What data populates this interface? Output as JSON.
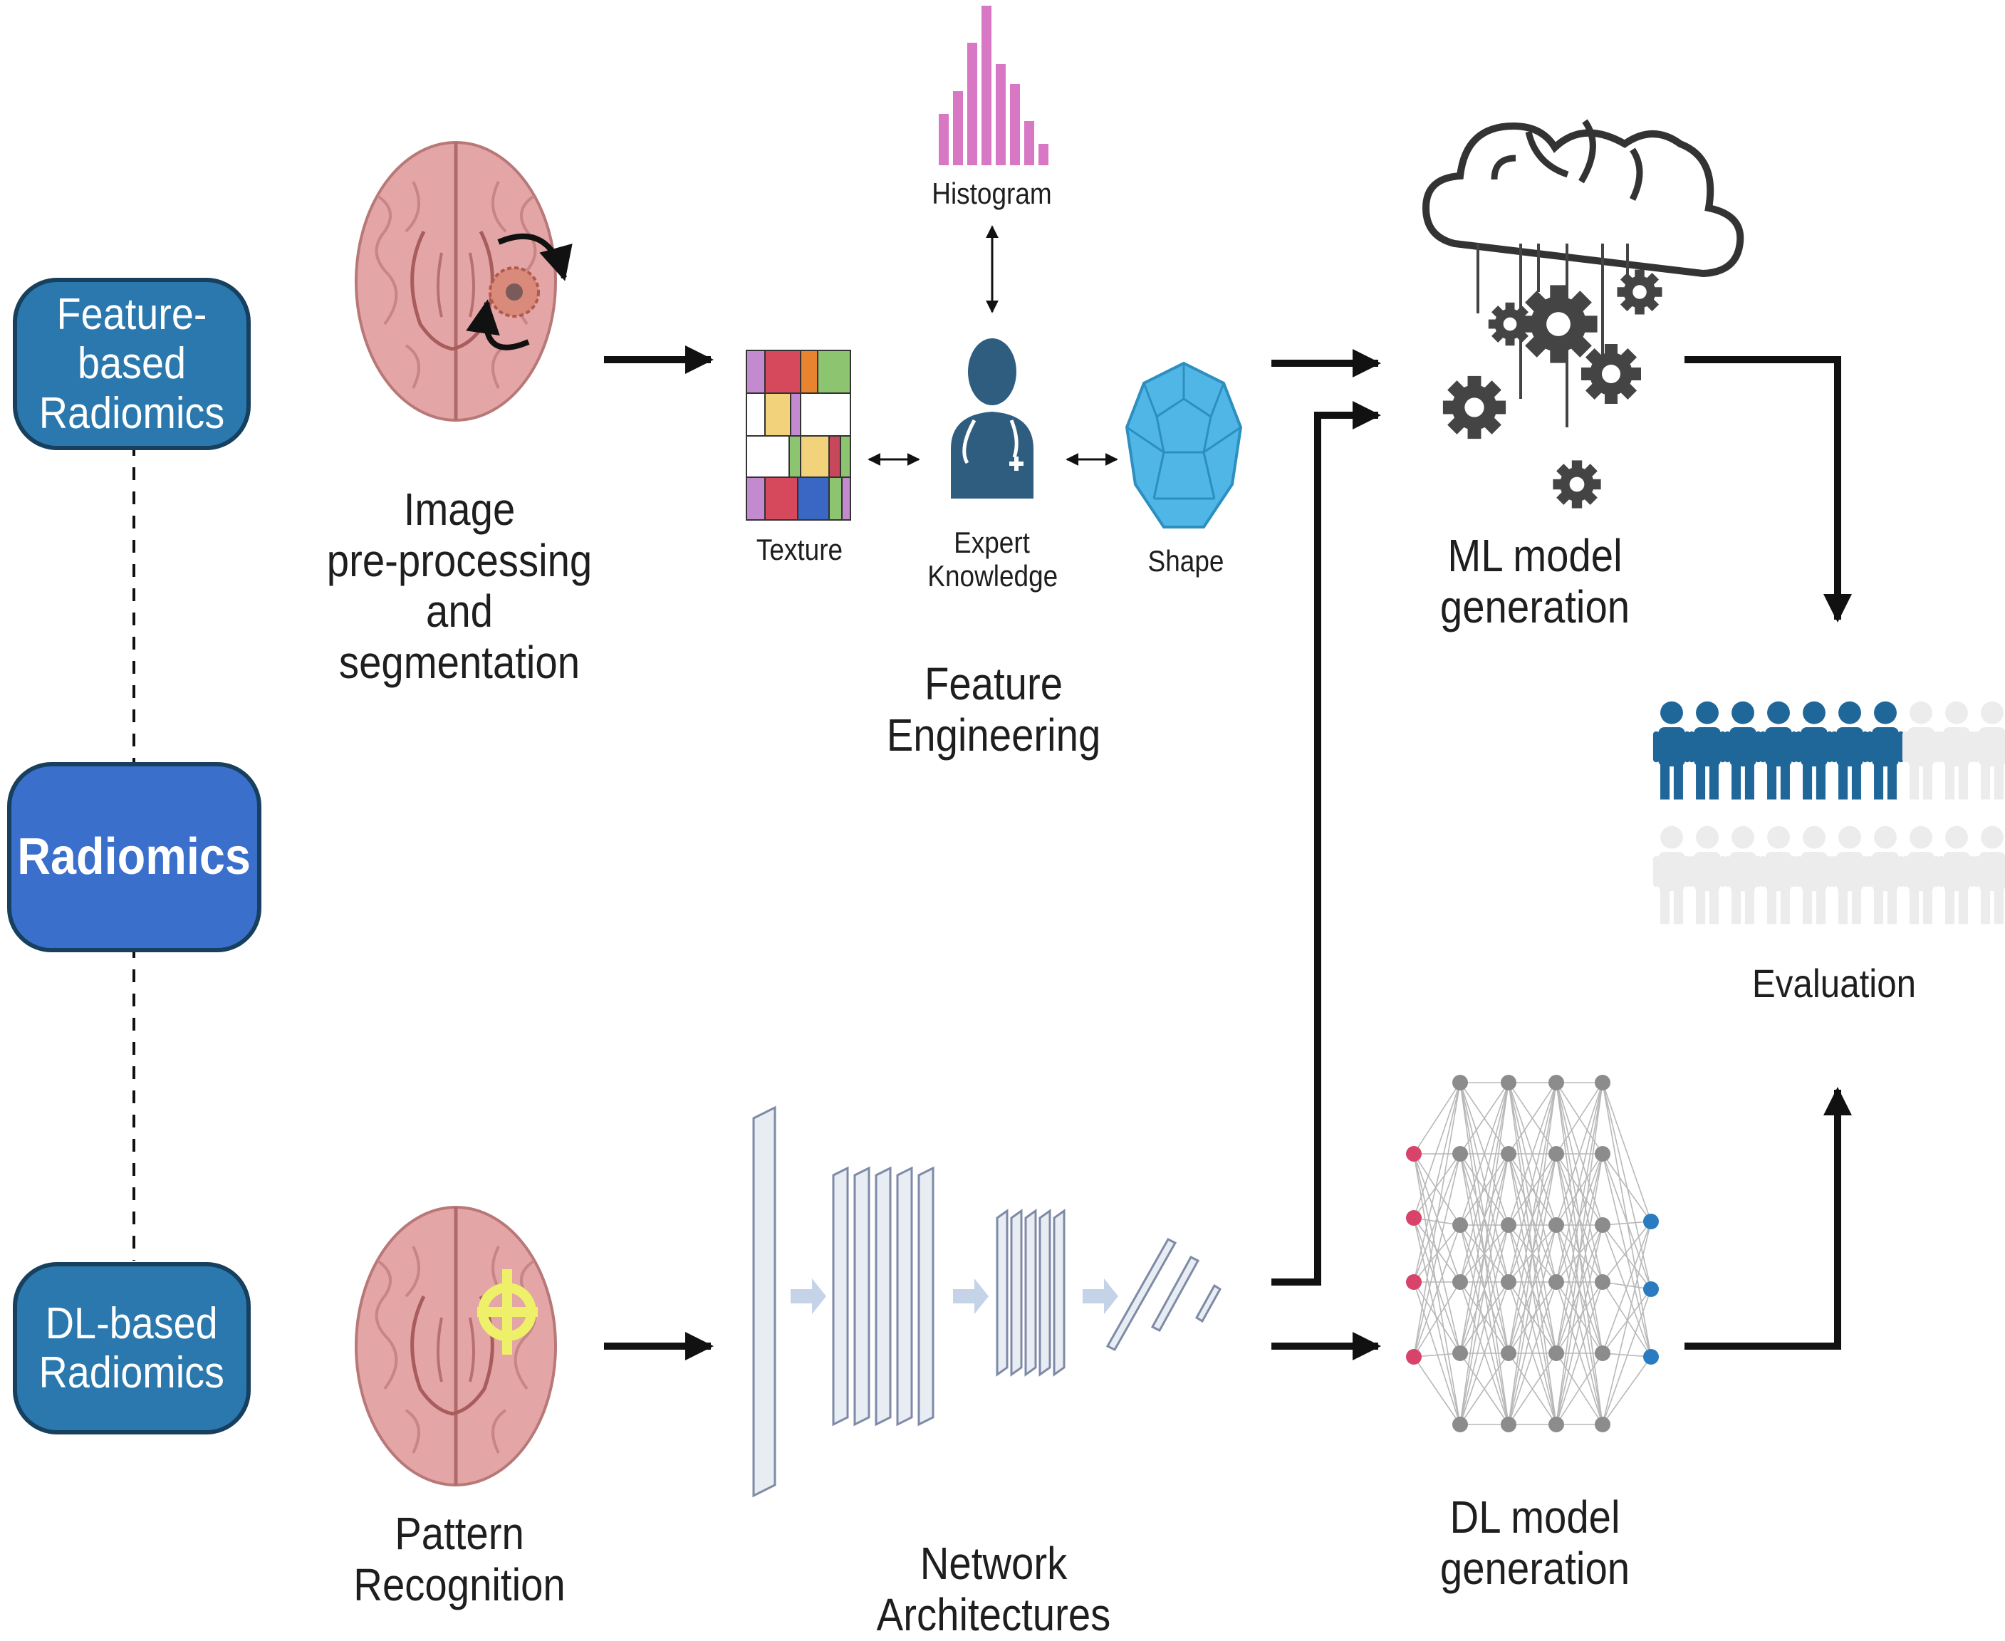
{
  "radiomics": {
    "feature_based": "Feature-based\nRadiomics",
    "center": "Radiomics",
    "dl_based": "DL-based\nRadiomics"
  },
  "steps": {
    "image_preprocessing": "Image\npre-processing\nand segmentation",
    "pattern_recognition": "Pattern\nRecognition",
    "feature_engineering": "Feature Engineering",
    "network_architectures": "Network Architectures",
    "ml_model": "ML model\ngeneration",
    "dl_model": "DL model\ngeneration",
    "evaluation": "Evaluation"
  },
  "features": {
    "histogram": "Histogram",
    "texture": "Texture",
    "expert": "Expert\nKnowledge",
    "shape": "Shape"
  },
  "colors": {
    "pill_dark": "#2a78ad",
    "pill_center": "#3a6fcc",
    "pill_border": "#173f5e",
    "brain": "#e3a5a5",
    "histogram": "#d877c4",
    "expert": "#2f5d80",
    "shape": "#4fb6e6",
    "gear": "#444444",
    "people_filled": "#1f6799",
    "people_empty": "#ececec",
    "dl_input": "#d8436a",
    "dl_hidden": "#8c8c8c",
    "dl_output": "#2a7bc0"
  },
  "evaluation_people": {
    "filled": 7,
    "total": 10
  },
  "icons": [
    "brain-icon",
    "rotate-arrows-icon",
    "crosshair-icon",
    "histogram-icon",
    "texture-grid-icon",
    "doctor-icon",
    "polyhedron-icon",
    "cloud-gears-icon",
    "people-icon",
    "neural-network-icon",
    "cnn-layers-icon"
  ]
}
